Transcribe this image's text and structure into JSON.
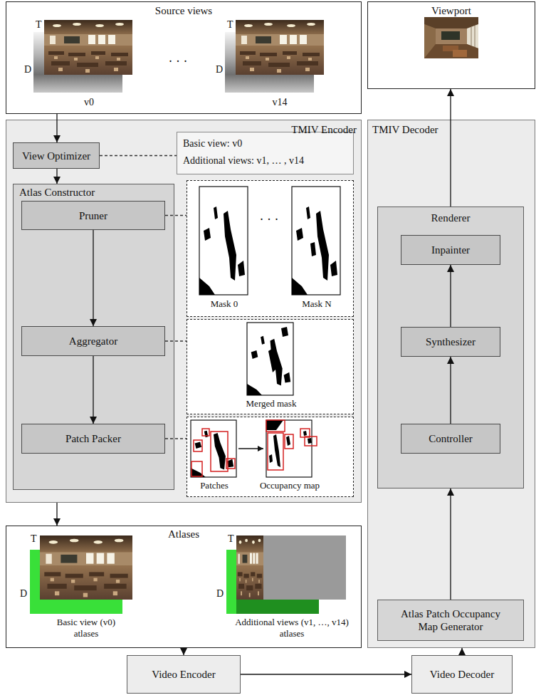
{
  "diagram": {
    "nodes": [
      {
        "text": [
          "Source views"
        ]
      },
      {
        "text": [
          "Viewport"
        ]
      },
      {
        "text": [
          "TMIV Encoder"
        ]
      },
      {
        "text": [
          "View Optimizer"
        ],
        "in": 2
      },
      {
        "text": [
          "Basic view: v0",
          "Additional views: v1, … , v14"
        ],
        "in": 2
      },
      {
        "text": [
          "Atlas Constructor"
        ],
        "in": 2
      },
      {
        "text": [
          "Pruner"
        ],
        "in": 5
      },
      {
        "text": [
          "Aggregator"
        ],
        "in": 5
      },
      {
        "text": [
          "Patch Packer"
        ],
        "in": 5
      },
      {
        "text": [
          "Mask 0",
          "Mask N"
        ],
        "in": 2
      },
      {
        "text": [
          "Merged mask"
        ],
        "in": 2
      },
      {
        "text": [
          "Patches",
          "Occupancy map"
        ],
        "in": 2
      },
      {
        "text": [
          "TMIV Decoder"
        ]
      },
      {
        "text": [
          "Renderer"
        ],
        "in": 12
      },
      {
        "text": [
          "Inpainter"
        ],
        "in": 13
      },
      {
        "text": [
          "Synthesizer"
        ],
        "in": 13
      },
      {
        "text": [
          "Controller"
        ],
        "in": 13
      },
      {
        "text": [
          "Atlas Patch Occupancy Map Generator"
        ],
        "in": 12
      },
      {
        "text": [
          "Atlases"
        ]
      },
      {
        "text": [
          "Video Encoder"
        ]
      },
      {
        "text": [
          "Video Decoder"
        ]
      }
    ],
    "edges": [
      {
        "from": 0,
        "to": 3,
        "arrow": "to"
      },
      {
        "from": 3,
        "to": 4,
        "arrow": "none"
      },
      {
        "from": 3,
        "to": 5,
        "arrow": "to"
      },
      {
        "from": 6,
        "to": 7,
        "arrow": "to"
      },
      {
        "from": 6,
        "to": 9,
        "arrow": "none"
      },
      {
        "from": 7,
        "to": 8,
        "arrow": "to"
      },
      {
        "from": 7,
        "to": 10,
        "arrow": "none"
      },
      {
        "from": 8,
        "to": 11,
        "arrow": "none"
      },
      {
        "from": 2,
        "to": 18,
        "arrow": "to"
      },
      {
        "from": 18,
        "to": 19,
        "arrow": "to"
      },
      {
        "from": 19,
        "to": 20,
        "arrow": "to"
      },
      {
        "from": 20,
        "to": 12,
        "arrow": "to"
      },
      {
        "from": 17,
        "to": 13,
        "arrow": "to"
      },
      {
        "from": 16,
        "to": 15,
        "arrow": "to"
      },
      {
        "from": 15,
        "to": 14,
        "arrow": "to"
      },
      {
        "from": 13,
        "to": 1,
        "arrow": "to"
      }
    ],
    "labels": [
      "T",
      "D",
      "v0",
      "· · ·",
      "T",
      "D",
      "v14",
      "· · ·",
      "T",
      "D",
      "Basic view (v0) atlases",
      "T",
      "D",
      "Additional views (v1, …, v14) atlases"
    ]
  }
}
